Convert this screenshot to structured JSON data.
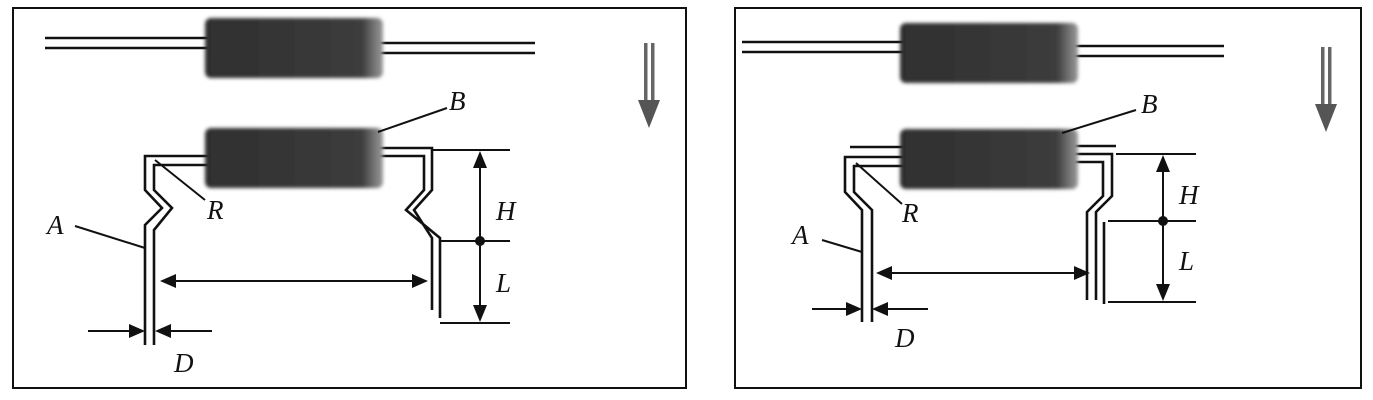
{
  "panels": [
    {
      "labels": {
        "a": "A",
        "b": "B",
        "r": "R",
        "h": "H",
        "l": "L",
        "d": "D"
      },
      "direction_icon": "arrow-down-icon"
    },
    {
      "labels": {
        "a": "A",
        "b": "B",
        "r": "R",
        "h": "H",
        "l": "L",
        "d": "D"
      },
      "direction_icon": "arrow-down-icon"
    }
  ],
  "colors": {
    "body": "#3a3a3a",
    "line": "#111111",
    "arrow": "#555555"
  }
}
